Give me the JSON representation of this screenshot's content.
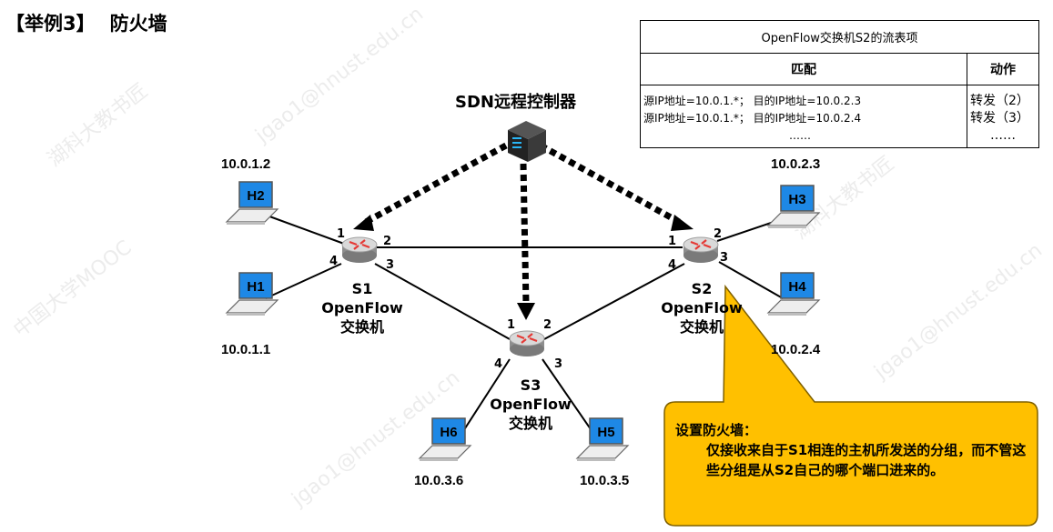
{
  "title": {
    "example": "【举例3】",
    "topic": "防火墙"
  },
  "controller": {
    "label": "SDN远程控制器"
  },
  "switches": [
    {
      "id": "S1",
      "line2": "OpenFlow",
      "line3": "交换机",
      "ports": [
        "1",
        "2",
        "3",
        "4"
      ]
    },
    {
      "id": "S2",
      "line2": "OpenFlow",
      "line3": "交换机",
      "ports": [
        "1",
        "2",
        "3",
        "4"
      ]
    },
    {
      "id": "S3",
      "line2": "OpenFlow",
      "line3": "交换机",
      "ports": [
        "1",
        "2",
        "3",
        "4"
      ]
    }
  ],
  "hosts": [
    {
      "name": "H1",
      "ip": "10.0.1.1"
    },
    {
      "name": "H2",
      "ip": "10.0.1.2"
    },
    {
      "name": "H3",
      "ip": "10.0.2.3"
    },
    {
      "name": "H4",
      "ip": "10.0.2.4"
    },
    {
      "name": "H5",
      "ip": "10.0.3.5"
    },
    {
      "name": "H6",
      "ip": "10.0.3.6"
    }
  ],
  "flow_table": {
    "title": "OpenFlow交换机S2的流表项",
    "col_match": "匹配",
    "col_action": "动作",
    "rows": [
      {
        "match": "源IP地址=10.0.1.*；  目的IP地址=10.0.2.3",
        "action": "转发（2）"
      },
      {
        "match": "源IP地址=10.0.1.*；  目的IP地址=10.0.2.4",
        "action": "转发（3）"
      },
      {
        "match": "……",
        "action": "……"
      }
    ]
  },
  "callout": {
    "heading": "设置防火墙：",
    "body": "仅接收来自于S1相连的主机所发送的分组，而不管这些分组是从S2自己的哪个端口进来的。"
  },
  "colors": {
    "callout_fill": "#FFC000",
    "callout_stroke": "#7F6000",
    "screen": "#1E88E5",
    "router": "#9E9E9E",
    "router_arrow": "#E53935"
  },
  "watermark": {
    "text1": "湖科大教书匠",
    "text2": "jgao1@hnust.edu.cn",
    "text3": "中国大学MOOC"
  }
}
